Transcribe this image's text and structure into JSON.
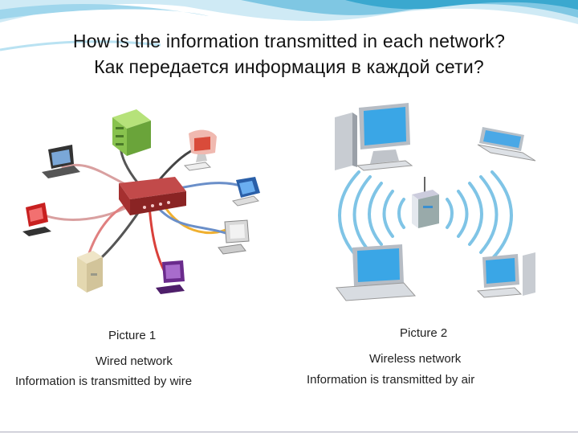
{
  "title": {
    "line1": "How is the information transmitted in each network?",
    "line2": "Как передается информация в каждой сети?"
  },
  "picture1": {
    "label": "Picture 1",
    "name": "Wired network",
    "description": "Information is transmitted by wire"
  },
  "picture2": {
    "label": "Picture 2",
    "name": "Wireless network",
    "description": "Information is transmitted by air"
  },
  "colors": {
    "wave_dark": "#3aa8cf",
    "wave_light": "#a9dcef",
    "hub": "#9b2a2a",
    "wifi": "#7fc4e6"
  }
}
